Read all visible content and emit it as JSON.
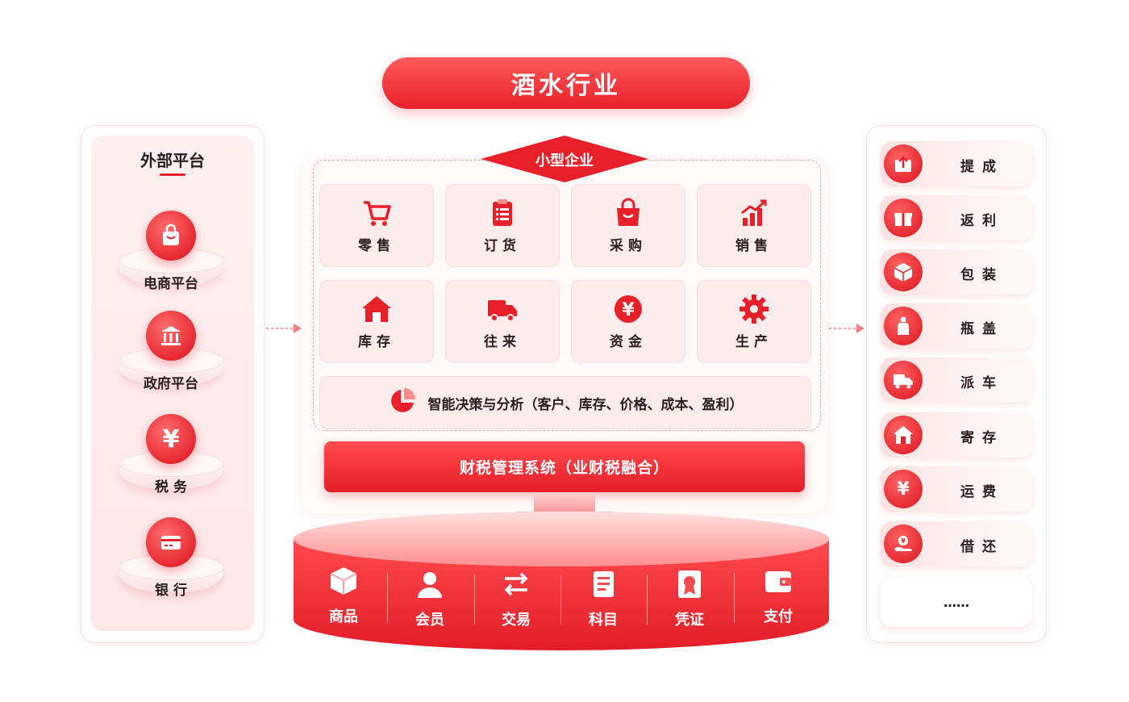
{
  "title": "酒水行业",
  "left_panel": {
    "title": "外部平台",
    "items": [
      {
        "label": "电商平台",
        "icon": "shopping-bag-icon"
      },
      {
        "label": "政府平台",
        "icon": "government-building-icon"
      },
      {
        "label": "税 务",
        "icon": "yen-icon"
      },
      {
        "label": "银 行",
        "icon": "bank-card-icon"
      }
    ]
  },
  "center": {
    "badge": "小型企业",
    "modules": [
      {
        "label": "零售",
        "icon": "shopping-cart-icon"
      },
      {
        "label": "订货",
        "icon": "clipboard-icon"
      },
      {
        "label": "采购",
        "icon": "shopping-bag-icon"
      },
      {
        "label": "销售",
        "icon": "bar-chart-growth-icon"
      },
      {
        "label": "库存",
        "icon": "warehouse-icon"
      },
      {
        "label": "往来",
        "icon": "delivery-truck-icon"
      },
      {
        "label": "资金",
        "icon": "yen-coin-icon"
      },
      {
        "label": "生产",
        "icon": "gear-icon"
      }
    ],
    "analysis": "智能决策与分析（客户、库存、价格、成本、盈利）",
    "finance_system": "财税管理系统（业财税融合）"
  },
  "base": {
    "items": [
      {
        "label": "商品",
        "icon": "box-icon"
      },
      {
        "label": "会员",
        "icon": "user-icon"
      },
      {
        "label": "交易",
        "icon": "exchange-arrows-icon"
      },
      {
        "label": "科目",
        "icon": "ledger-icon"
      },
      {
        "label": "凭证",
        "icon": "certificate-icon"
      },
      {
        "label": "支付",
        "icon": "wallet-icon"
      }
    ]
  },
  "right_panel": {
    "items": [
      {
        "label": "提成",
        "icon": "upload-box-icon"
      },
      {
        "label": "返利",
        "icon": "gift-icon"
      },
      {
        "label": "包装",
        "icon": "package-icon"
      },
      {
        "label": "瓶盖",
        "icon": "bottle-icon"
      },
      {
        "label": "派车",
        "icon": "delivery-truck-icon"
      },
      {
        "label": "寄存",
        "icon": "house-icon"
      },
      {
        "label": "运费",
        "icon": "yen-icon"
      },
      {
        "label": "借还",
        "icon": "hand-coin-icon"
      }
    ],
    "more": "……"
  },
  "colors": {
    "primary_red": "#e8202a",
    "light_red": "#ff5a5a",
    "tile_bg": "#fcecec",
    "text_dark": "#2a1f1f"
  }
}
